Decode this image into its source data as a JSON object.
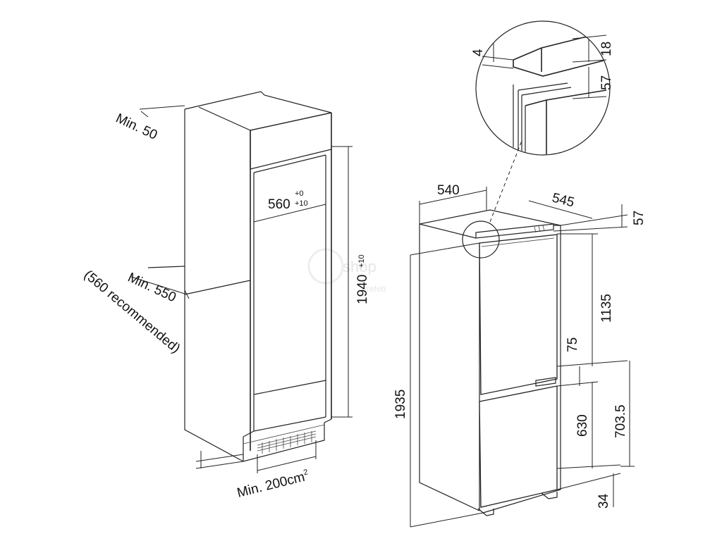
{
  "niche": {
    "top_clearance": "Min. 50",
    "width": "560",
    "width_tol_upper": "+0",
    "width_tol_lower": "+10",
    "height": "1940",
    "height_tol": "+10",
    "depth_min": "Min. 550",
    "depth_recommended": "(560 recommended)",
    "vent_area": "Min. 200cm",
    "vent_area_exp": "2"
  },
  "appliance": {
    "width": "540",
    "depth": "545",
    "top_offset": "57",
    "upper_door": "1135",
    "gap": "75",
    "height": "1935",
    "lower_door": "630",
    "lower_section": "703.5",
    "base": "34"
  },
  "detail": {
    "gap": "4",
    "plate": "18",
    "door_offset": "57"
  },
  "watermark": {
    "brand": "shop",
    "sub": "refeb"
  }
}
